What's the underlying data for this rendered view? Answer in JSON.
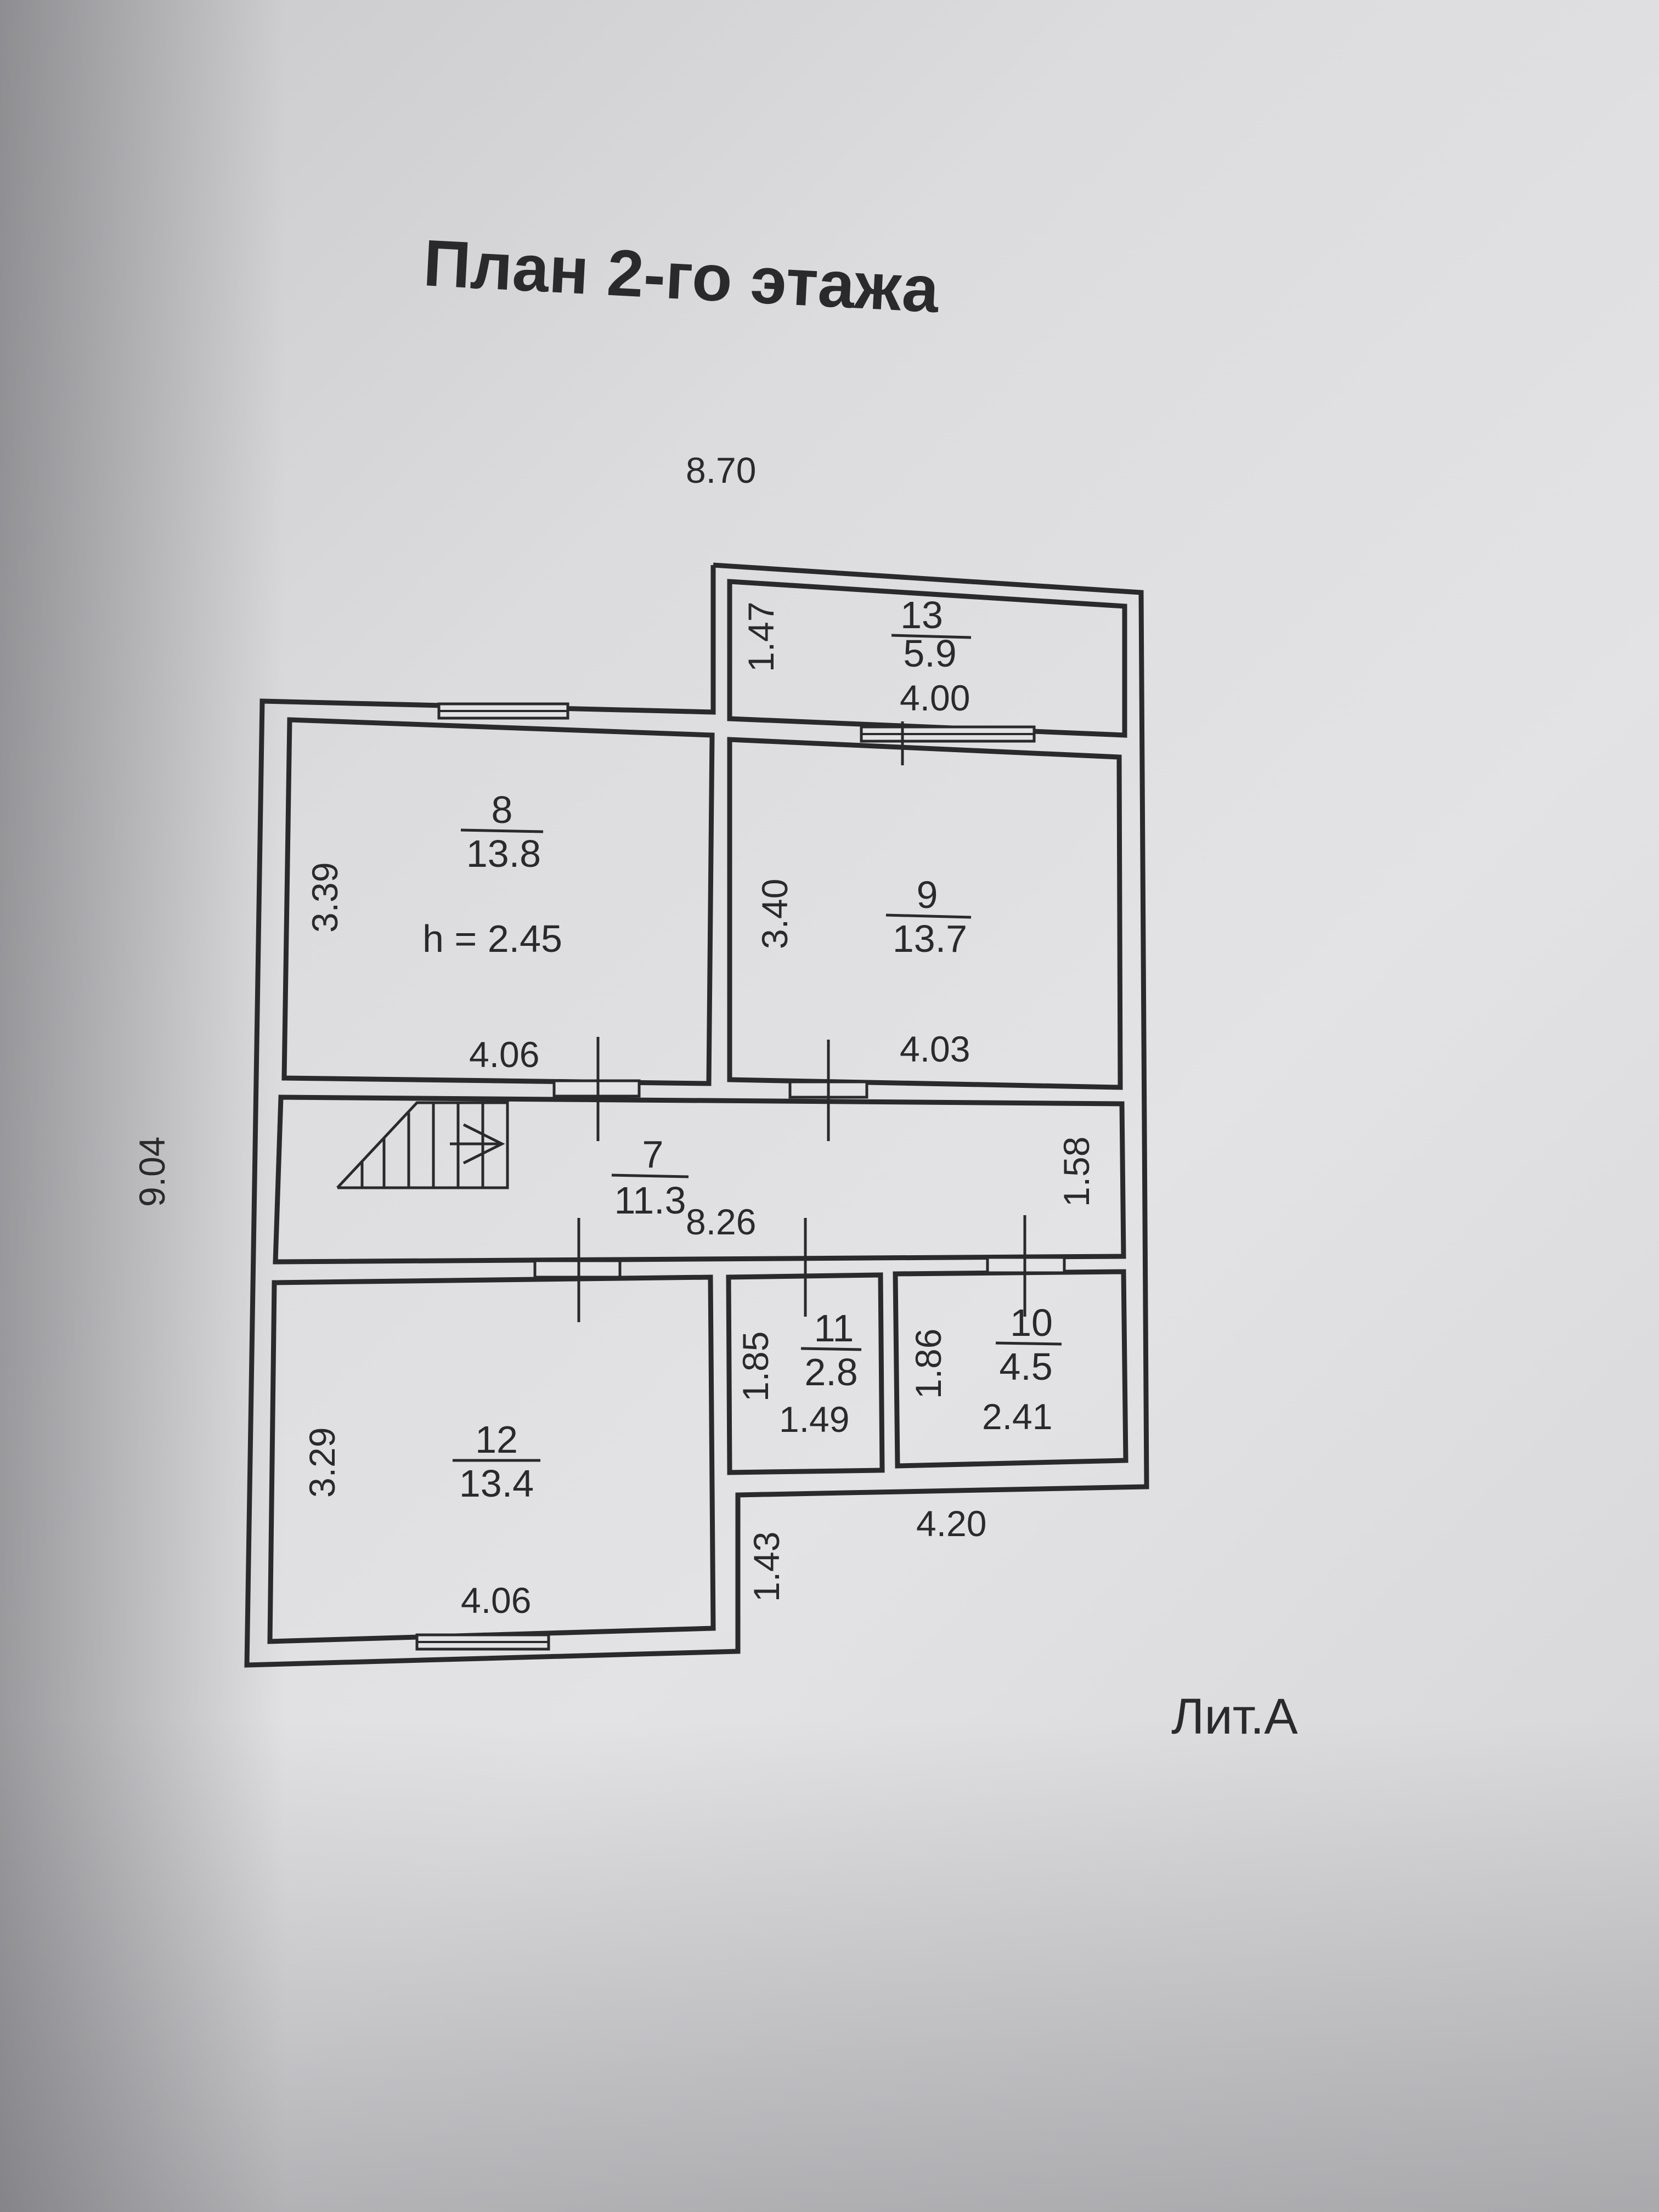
{
  "title": "План 2-го этажа",
  "overall": {
    "width": "8.70",
    "height": "9.04"
  },
  "height_note": "h = 2.45",
  "rooms": [
    {
      "id": "13",
      "area": "5.9"
    },
    {
      "id": "8",
      "area": "13.8"
    },
    {
      "id": "9",
      "area": "13.7"
    },
    {
      "id": "7",
      "area": "11.3"
    },
    {
      "id": "12",
      "area": "13.4"
    },
    {
      "id": "11",
      "area": "2.8"
    },
    {
      "id": "10",
      "area": "4.5"
    }
  ],
  "dims": {
    "r13_h": "1.47",
    "r13_w": "4.00",
    "r8_h": "3.39",
    "r8_w": "4.06",
    "r9_h": "3.40",
    "r9_w": "4.03",
    "r7_w": "8.26",
    "r7_h": "1.58",
    "r12_h": "3.29",
    "r12_w": "4.06",
    "r11_h": "1.85",
    "r11_w": "1.49",
    "r10_h": "1.86",
    "r10_w": "2.41",
    "ext_w": "4.20",
    "ext_h": "1.43"
  },
  "liter": "Лит.А"
}
